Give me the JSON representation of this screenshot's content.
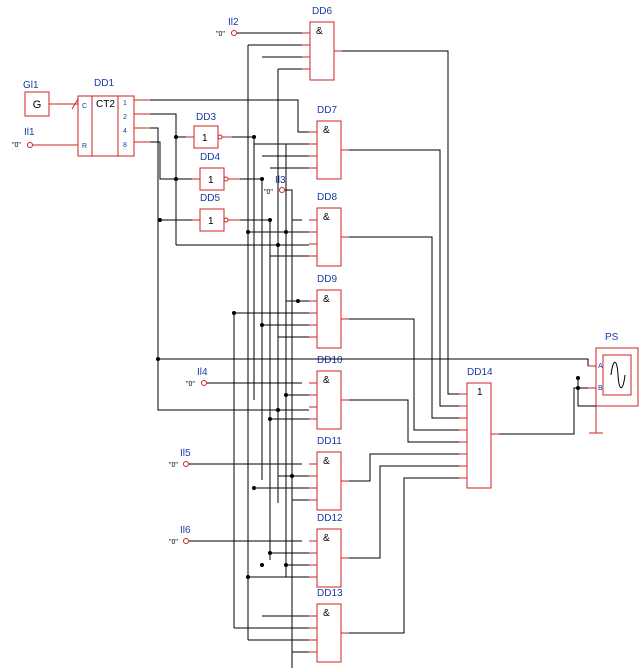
{
  "components": {
    "gl1": {
      "ref": "Gl1",
      "symbol": "G"
    },
    "dd1": {
      "ref": "DD1",
      "type": "CT2",
      "pin_c": "C",
      "pin_r": "R",
      "out1": "1",
      "out2": "2",
      "out4": "4",
      "out8": "8"
    },
    "dd3": {
      "ref": "DD3",
      "symbol": "1"
    },
    "dd4": {
      "ref": "DD4",
      "symbol": "1"
    },
    "dd5": {
      "ref": "DD5",
      "symbol": "1"
    },
    "dd6": {
      "ref": "DD6",
      "symbol": "&"
    },
    "dd7": {
      "ref": "DD7",
      "symbol": "&"
    },
    "dd8": {
      "ref": "DD8",
      "symbol": "&"
    },
    "dd9": {
      "ref": "DD9",
      "symbol": "&"
    },
    "dd10": {
      "ref": "DD10",
      "symbol": "&"
    },
    "dd11": {
      "ref": "DD11",
      "symbol": "&"
    },
    "dd12": {
      "ref": "DD12",
      "symbol": "&"
    },
    "dd13": {
      "ref": "DD13",
      "symbol": "&"
    },
    "dd14": {
      "ref": "DD14",
      "symbol": "1"
    },
    "ps": {
      "ref": "PS",
      "pin_a": "A",
      "pin_b": "B"
    }
  },
  "inputs": [
    {
      "ref": "Il1",
      "value": "\"0\""
    },
    {
      "ref": "Il2",
      "value": "\"0\""
    },
    {
      "ref": "Il3",
      "value": "\"0\""
    },
    {
      "ref": "Il4",
      "value": "\"0\""
    },
    {
      "ref": "Il5",
      "value": "\"0\""
    },
    {
      "ref": "Il6",
      "value": "\"0\""
    }
  ]
}
